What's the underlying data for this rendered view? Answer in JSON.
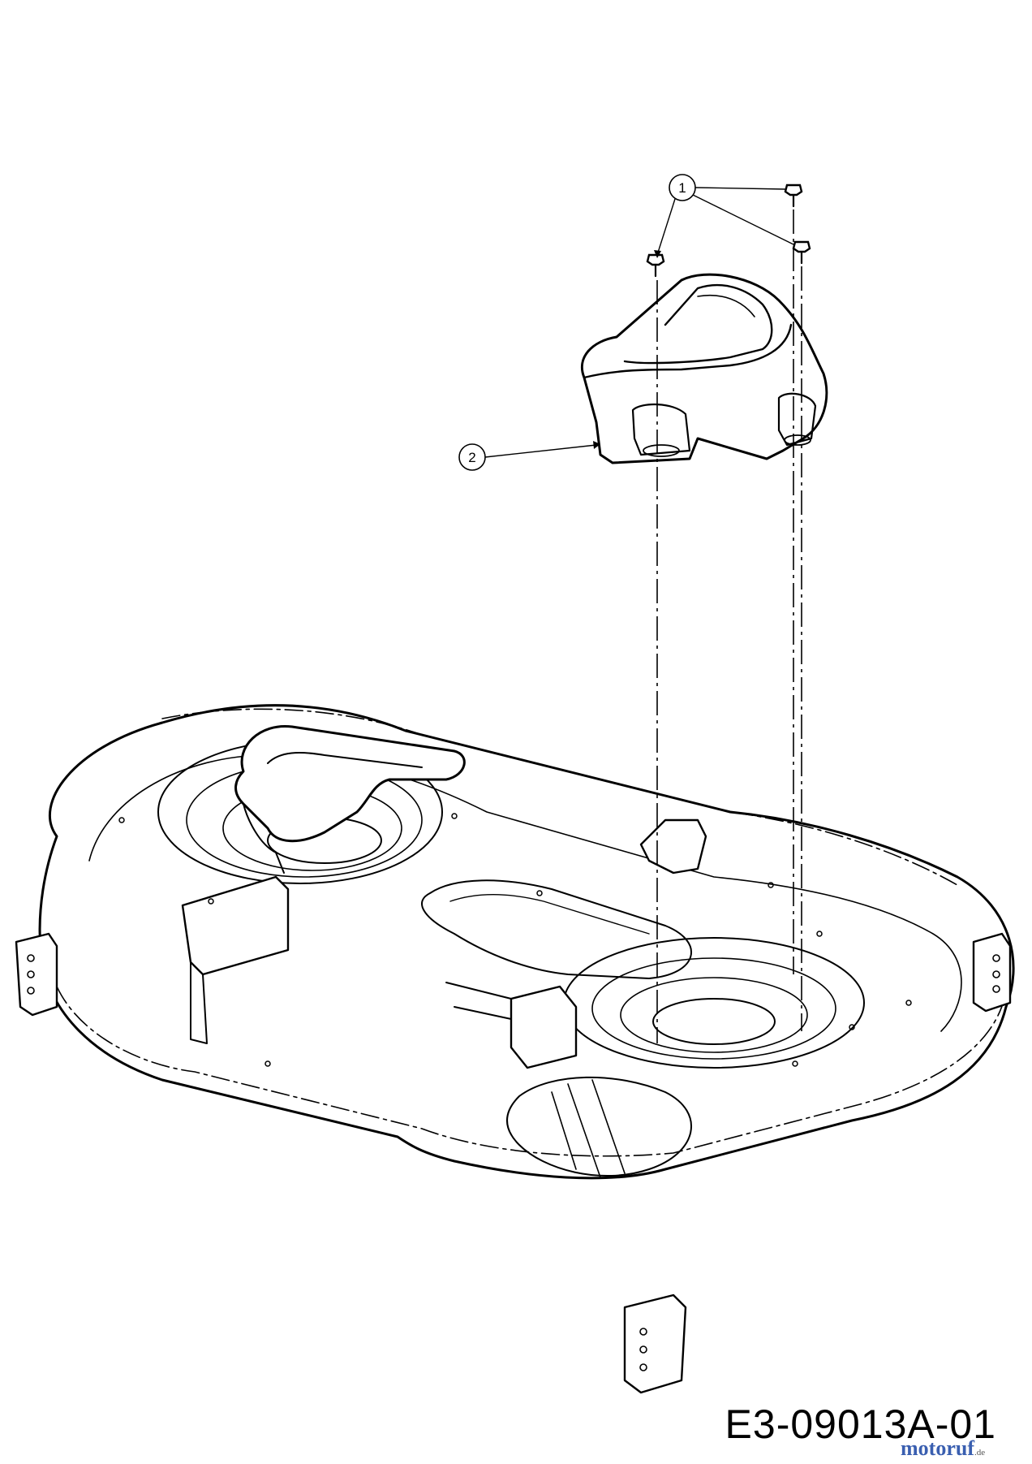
{
  "drawing": {
    "code": "E3-09013A-01"
  },
  "callouts": [
    {
      "id": "callout-1",
      "label": "1"
    },
    {
      "id": "callout-2",
      "label": "2"
    }
  ],
  "watermark": {
    "main": "motoruf",
    "tld": ".de",
    "color": "#3a5fb0"
  },
  "colors": {
    "line": "#000000",
    "background": "#ffffff"
  }
}
